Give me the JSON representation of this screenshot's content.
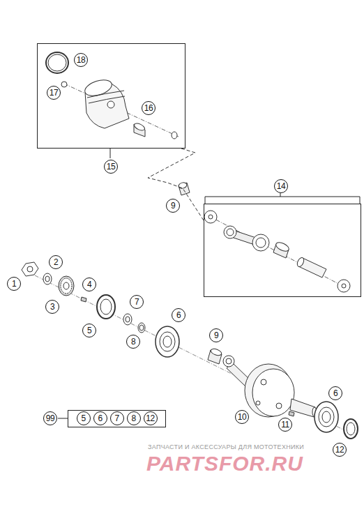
{
  "diagram": {
    "nodes": [
      {
        "text": [
          "15"
        ]
      },
      {
        "text": [
          "14"
        ]
      },
      {
        "text": [
          "99",
          "5",
          "6",
          "7",
          "8",
          "12"
        ]
      }
    ],
    "edges": [
      {
        "from": 0,
        "to": 1,
        "arrow": "none"
      }
    ],
    "labels": [
      "18",
      "17",
      "16",
      "9",
      "1",
      "2",
      "3",
      "4",
      "5",
      "7",
      "8",
      "6",
      "9",
      "6",
      "10",
      "11",
      "12",
      "ЗАПЧАСТИ И АКСЕССУАРЫ ДЛЯ МОТОТЕХНИКИ",
      "PARTSFOR.RU"
    ]
  }
}
